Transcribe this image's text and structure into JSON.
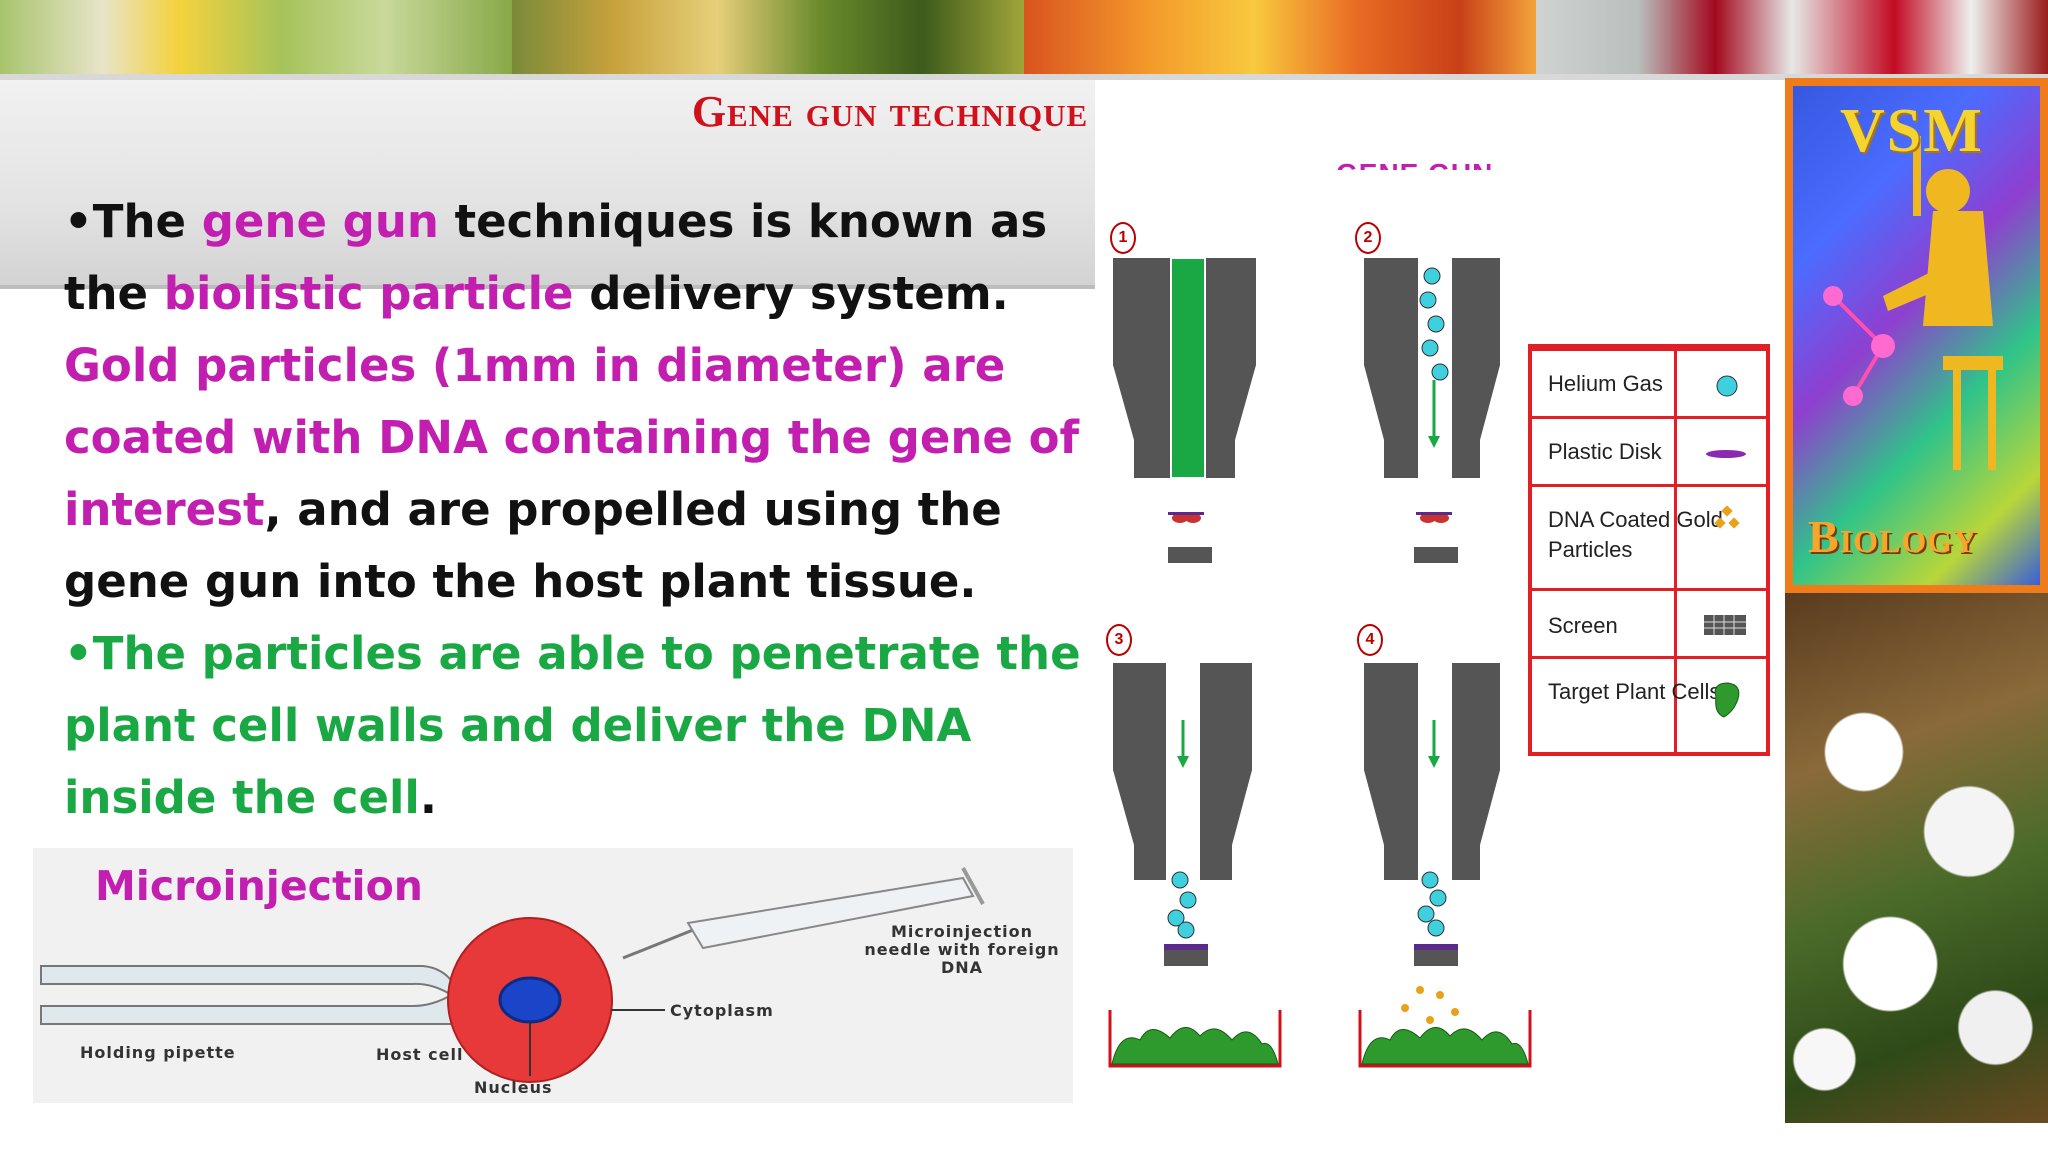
{
  "slide": {
    "title": "Gene gun technique",
    "gene_gun_label": "GENE  GUN",
    "body": {
      "p1_bullet": "•",
      "p1_part1": "The ",
      "p1_part2": "gene gun",
      "p1_part3": " techniques is known as the ",
      "p1_part4": "biolistic particle",
      "p1_part5": " delivery system. ",
      "p1_part6": "Gold particles (1mm in diameter) are coated with DNA containing the gene of interest",
      "p1_part7": ", and are propelled using the gene gun into the host plant tissue.",
      "p2_part1": "•The particles are able to penetrate the plant cell walls and deliver the DNA inside the cell",
      "p2_part2": "."
    },
    "steps": [
      "1",
      "2",
      "3",
      "4"
    ],
    "legend": [
      {
        "label": "Helium Gas",
        "icon": "helium-gas-icon"
      },
      {
        "label": "Plastic Disk",
        "icon": "plastic-disk-icon"
      },
      {
        "label": "DNA Coated Gold Particles",
        "icon": "dna-gold-particles-icon"
      },
      {
        "label": "Screen",
        "icon": "screen-icon"
      },
      {
        "label": "Target Plant Cells",
        "icon": "target-cells-icon"
      }
    ],
    "side_panel": {
      "top": "VSM",
      "bottom": "Biology"
    },
    "microinjection": {
      "title": "Microinjection",
      "needle_label": "Microinjection needle with foreign DNA",
      "cytoplasm_label": "Cytoplasm",
      "holding_label": "Holding pipette",
      "host_label": "Host cell",
      "nucleus_label": "Nucleus"
    },
    "colors": {
      "title": "#d0101b",
      "highlight": "#c21fb0",
      "green": "#1aa844",
      "legend_border": "#e21f26"
    }
  }
}
